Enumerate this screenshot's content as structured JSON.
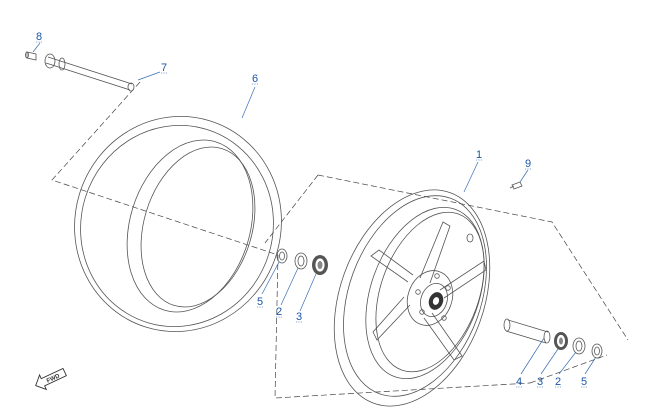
{
  "diagram": {
    "callouts": [
      {
        "id": "1",
        "label": "1"
      },
      {
        "id": "2a",
        "label": "2"
      },
      {
        "id": "2b",
        "label": "2"
      },
      {
        "id": "3a",
        "label": "3"
      },
      {
        "id": "3b",
        "label": "3"
      },
      {
        "id": "4",
        "label": "4"
      },
      {
        "id": "5a",
        "label": "5"
      },
      {
        "id": "5b",
        "label": "5"
      },
      {
        "id": "6",
        "label": "6"
      },
      {
        "id": "7",
        "label": "7"
      },
      {
        "id": "8",
        "label": "8"
      },
      {
        "id": "9",
        "label": "9"
      }
    ],
    "direction_label": "FWD"
  }
}
